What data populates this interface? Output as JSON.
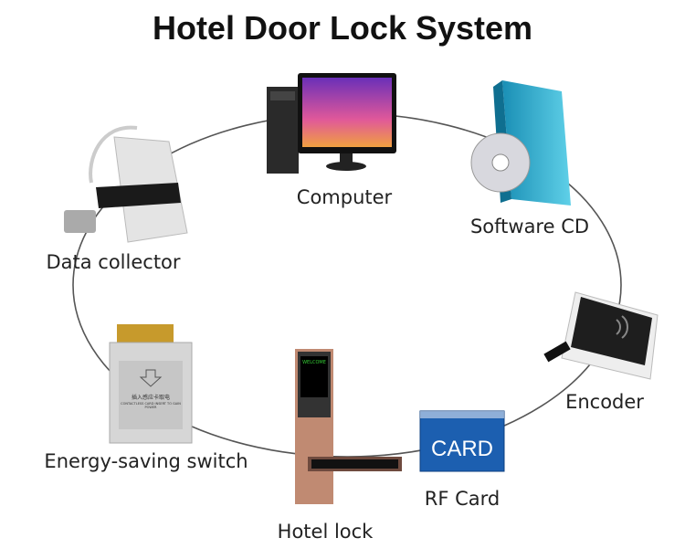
{
  "title": "Hotel Door Lock System",
  "nodes": {
    "computer": "Computer",
    "software_cd": "Software CD",
    "data_collector": "Data collector",
    "encoder": "Encoder",
    "energy_switch": "Energy-saving switch",
    "rf_card": "RF Card",
    "hotel_lock": "Hotel lock"
  },
  "card_text": "CARD",
  "lock_screen_text": "WELCOME",
  "switch_text": "插入感应卡取电",
  "switch_subtext": "CONTACTLESS CARD INSERT TO GAIN POWER",
  "colors": {
    "card_blue": "#1c5fb0",
    "lock_copper": "#c08a72",
    "cd_teal": "#2aa6c8"
  }
}
